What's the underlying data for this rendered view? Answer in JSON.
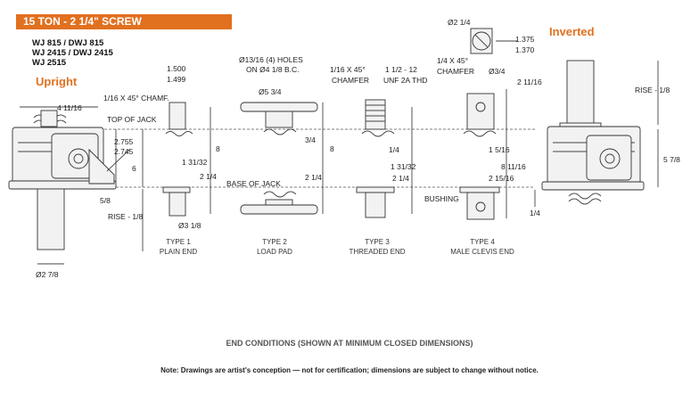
{
  "header": {
    "title": "15 TON -  2 1/4\" SCREW"
  },
  "models": [
    "WJ 815 / DWJ 815",
    "WJ 2415 / DWJ 2415",
    "WJ 2515"
  ],
  "orientation": {
    "upright": "Upright",
    "inverted": "Inverted"
  },
  "colors": {
    "accent": "#e1701f"
  },
  "dims": {
    "d_1500": "1.500",
    "d_1499": "1.499",
    "chamf_16": "1/16 X 45° CHAMF.",
    "d_4_11_16": "4 11/16",
    "top_of_jack": "TOP OF JACK",
    "d_2755": "2.755",
    "d_2745": "2.745",
    "d_1_31_32": "1 31/32",
    "d_6": "6",
    "d_2_1_4": "2 1/4",
    "d_5_8": "5/8",
    "rise_upright": "RISE - 1/8",
    "d_2_7_8": "Ø2 7/8",
    "d_3_1_8": "Ø3 1/8",
    "holes": "Ø13/16 (4) HOLES",
    "bc": "ON Ø4 1/8 B.C.",
    "d_5_3_4": "Ø5 3/4",
    "d_8": "8",
    "d_3_4": "3/4",
    "base_of_jack": "BASE OF JACK",
    "chamfer_16_45": "1/16 X 45°",
    "chamfer_word": "CHAMFER",
    "thread": "1 1/2 - 12",
    "thread2": "UNF 2A THD",
    "d_1_4": "1/4",
    "clevis_dia": "Ø2 1/4",
    "d_1375": "1.375",
    "d_1370": "1.370",
    "chamf_4": "1/4 X 45°",
    "chamfer4_word": "CHAMFER",
    "d_3_4_dia": "Ø3/4",
    "d_2_11_16": "2 11/16",
    "d_1_5_16": "1 5/16",
    "d_8_11_16": "8 11/16",
    "d_2_15_16": "2 15/16",
    "bushing": "BUSHING",
    "rise_inverted": "RISE - 1/8",
    "d_5_7_8": "5 7/8"
  },
  "types": [
    {
      "line1": "TYPE 1",
      "line2": "PLAIN END"
    },
    {
      "line1": "TYPE 2",
      "line2": "LOAD PAD"
    },
    {
      "line1": "TYPE 3",
      "line2": "THREADED END"
    },
    {
      "line1": "TYPE 4",
      "line2": "MALE CLEVIS END"
    }
  ],
  "footer": {
    "title": "END CONDITIONS (SHOWN AT MINIMUM CLOSED DIMENSIONS)",
    "note": "Note: Drawings are artist's conception — not for certification; dimensions are subject to change without notice."
  }
}
